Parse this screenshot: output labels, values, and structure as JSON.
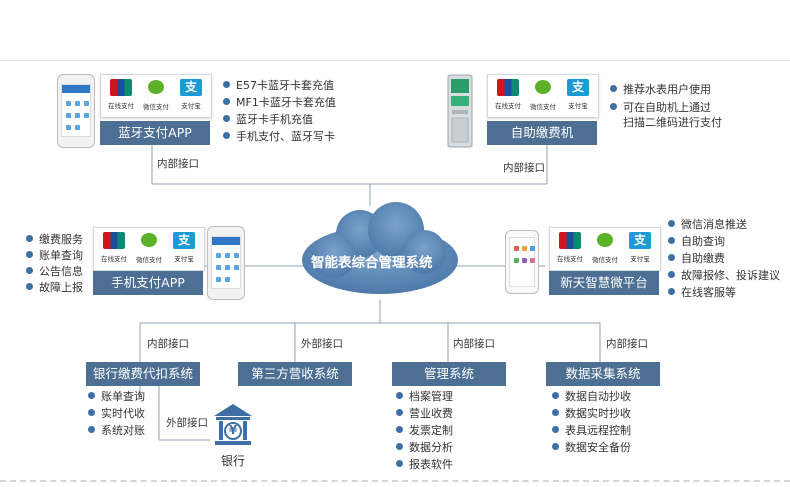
{
  "center": {
    "label": "智能表综合管理系统"
  },
  "payment_methods": {
    "unionpay": "在线支付",
    "wechat": "微信支付",
    "alipay": "支付宝",
    "alipay_glyph": "支"
  },
  "nodes": {
    "bluetooth_app": {
      "label": "蓝牙支付APP",
      "features": [
        "E57卡蓝牙卡套充值",
        "MF1卡蓝牙卡套充值",
        "蓝牙卡手机充值",
        "手机支付、蓝牙写卡"
      ],
      "interface": "内部接口"
    },
    "kiosk": {
      "label": "自助缴费机",
      "features": [
        "推荐水表用户使用",
        "可在自助机上通过",
        "扫描二维码进行支付"
      ],
      "interface": "内部接口"
    },
    "mobile_app": {
      "label": "手机支付APP",
      "features": [
        "缴费服务",
        "账单查询",
        "公告信息",
        "故障上报"
      ]
    },
    "wechat_platform": {
      "label": "新天智慧微平台",
      "features": [
        "微信消息推送",
        "自助查询",
        "自助缴费",
        "故障报修、投诉建议",
        "在线客服等"
      ]
    },
    "bank_system": {
      "label": "银行缴费代扣系统",
      "interface": "内部接口",
      "features": [
        "账单查询",
        "实时代收",
        "系统对账"
      ]
    },
    "third_party": {
      "label": "第三方营收系统",
      "interface": "外部接口"
    },
    "management": {
      "label": "管理系统",
      "interface": "内部接口",
      "features": [
        "档案管理",
        "营业收费",
        "发票定制",
        "数据分析",
        "报表软件"
      ]
    },
    "data_collection": {
      "label": "数据采集系统",
      "interface": "内部接口",
      "features": [
        "数据自动抄收",
        "数据实时抄收",
        "表具远程控制",
        "数据安全备份"
      ]
    },
    "bank": {
      "label": "银行",
      "interface": "外部接口",
      "glyph": "¥"
    }
  },
  "colors": {
    "node_fill": "#4d6f93",
    "cloud_fill": "#5b87b6",
    "line": "#8fa3b8",
    "bullet": "#3d6fa5"
  }
}
